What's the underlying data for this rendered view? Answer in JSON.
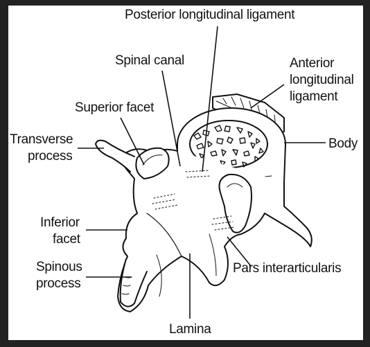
{
  "diagram": {
    "labels": {
      "posterior_ligament": "Posterior longitudinal ligament",
      "spinal_canal": "Spinal canal",
      "anterior_ligament_line1": "Anterior",
      "anterior_ligament_line2": "longitudinal",
      "anterior_ligament_line3": "ligament",
      "superior_facet": "Superior facet",
      "transverse_process_line1": "Transverse",
      "transverse_process_line2": "process",
      "body": "Body",
      "inferior_facet_line1": "Inferior",
      "inferior_facet_line2": "facet",
      "spinous_process_line1": "Spinous",
      "spinous_process_line2": "process",
      "pars_interarticularis": "Pars interarticularis",
      "lamina": "Lamina"
    }
  }
}
